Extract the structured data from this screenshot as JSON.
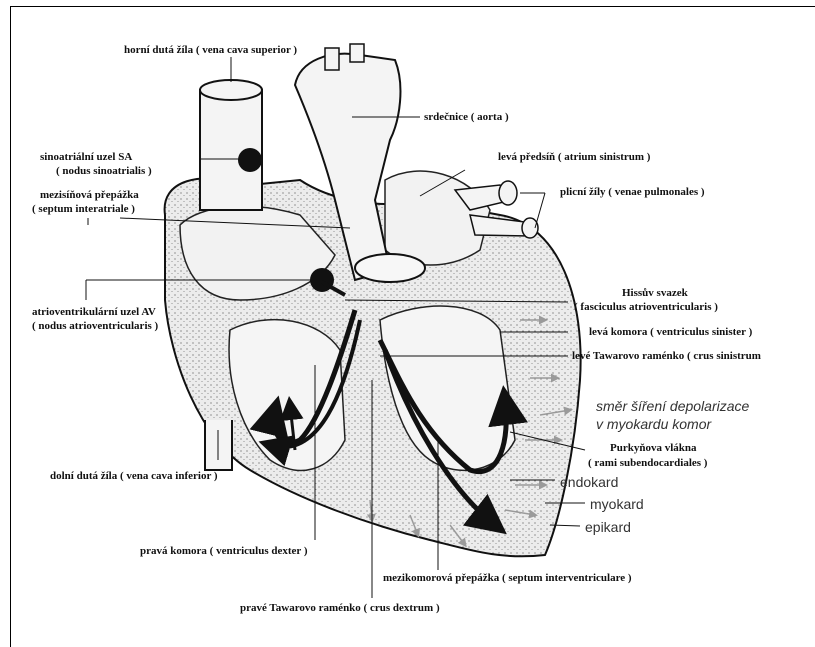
{
  "labels": {
    "vena_cava_superior": "horní dutá žíla ( vena cava superior )",
    "aorta": "srdečnice ( aorta )",
    "sa_node_1": "sinoatriální uzel SA",
    "sa_node_2": "( nodus sinoatrialis )",
    "septum_interatriale_1": "mezisíňová přepážka",
    "septum_interatriale_2": "( septum interatriale )",
    "atrium_sinistrum": "levá předsíň ( atrium sinistrum )",
    "venae_pulmonales": "plicní žíly ( venae pulmonales )",
    "av_node_1": "atrioventrikulární uzel AV",
    "av_node_2": "( nodus atrioventricularis )",
    "his_bundle_1": "Hissův svazek",
    "his_bundle_2": "( fasciculus atrioventricularis )",
    "ventriculus_sinister": "levá komora ( ventriculus sinister )",
    "crus_sinistrum": "levé Tawarovo raménko ( crus sinistrum",
    "depolarization_1": "směr šíření depolarizace",
    "depolarization_2": "v myokardu komor",
    "purkinje_1": "Purkyňova vlákna",
    "purkinje_2": "( rami subendocardiales )",
    "endokard": "endokard",
    "myokard": "myokard",
    "epikard": "epikard",
    "vena_cava_inferior": "dolní dutá žíla ( vena cava inferior )",
    "ventriculus_dexter": "pravá komora ( ventriculus dexter )",
    "septum_interventriculare": "mezikomorová přepážka ( septum interventriculare )",
    "crus_dextrum": "pravé Tawarovo raménko ( crus dextrum )"
  },
  "colors": {
    "ink": "#111111",
    "tissue_fill": "#e9e9e9",
    "vessel_fill": "#f4f4f4",
    "grey_arrow": "#9a9a9a",
    "blue_text": "#333333"
  }
}
